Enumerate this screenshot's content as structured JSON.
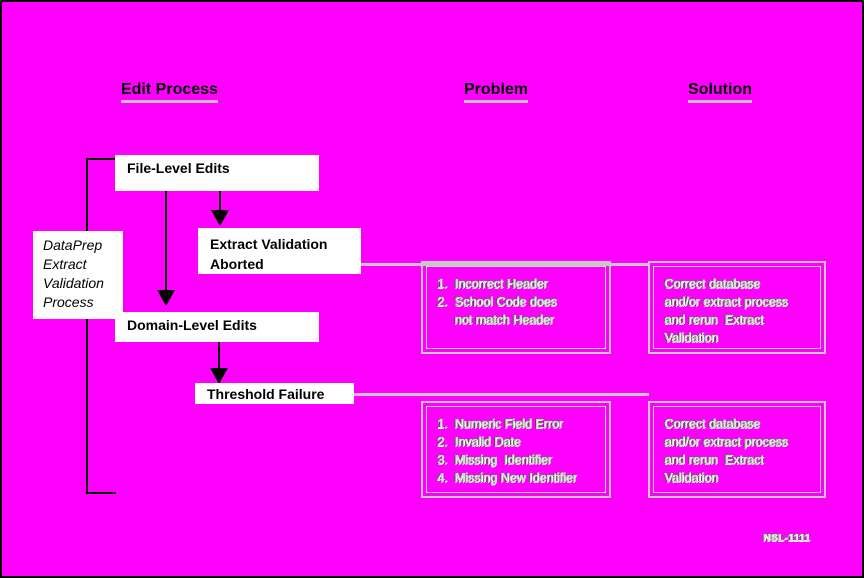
{
  "diagram": {
    "background_color": "#ff00ff",
    "border_color": "#000000",
    "accent_color": "#c8c8c8",
    "box_fill": "#ffffff",
    "doc_tag": "NSL-1111"
  },
  "headings": [
    {
      "label": "Edit Process"
    },
    {
      "label": "Problem"
    },
    {
      "label": "Solution"
    }
  ],
  "process": {
    "dataprep": {
      "line1": "DataPrep",
      "line2": "Extract",
      "line3": "Validation",
      "line4": "Process"
    },
    "file_level": {
      "label": "File-Level Edits"
    },
    "aborted": {
      "line1": "Extract Validation",
      "line2": "Aborted"
    },
    "domain_level": {
      "label": "Domain-Level Edits"
    },
    "threshold": {
      "label": "Threshold Failure"
    }
  },
  "problems": {
    "aborted": {
      "line1": "1.  Incorrect Header",
      "line2": "2.  School Code does",
      "line3": "     not match Header"
    },
    "threshold": {
      "line1": "1.  Numeric Field Error",
      "line2": "2.  Invalid Date",
      "line3": "3.  Missing  Identifier",
      "line4": "4.  Missing New Identifier"
    }
  },
  "solutions": {
    "aborted": {
      "line1": "Correct database",
      "line2": "and/or extract process",
      "line3": "and rerun  Extract",
      "line4": "Validation"
    },
    "threshold": {
      "line1": "Correct database",
      "line2": "and/or extract process",
      "line3": "and rerun  Extract",
      "line4": "Validation"
    }
  }
}
